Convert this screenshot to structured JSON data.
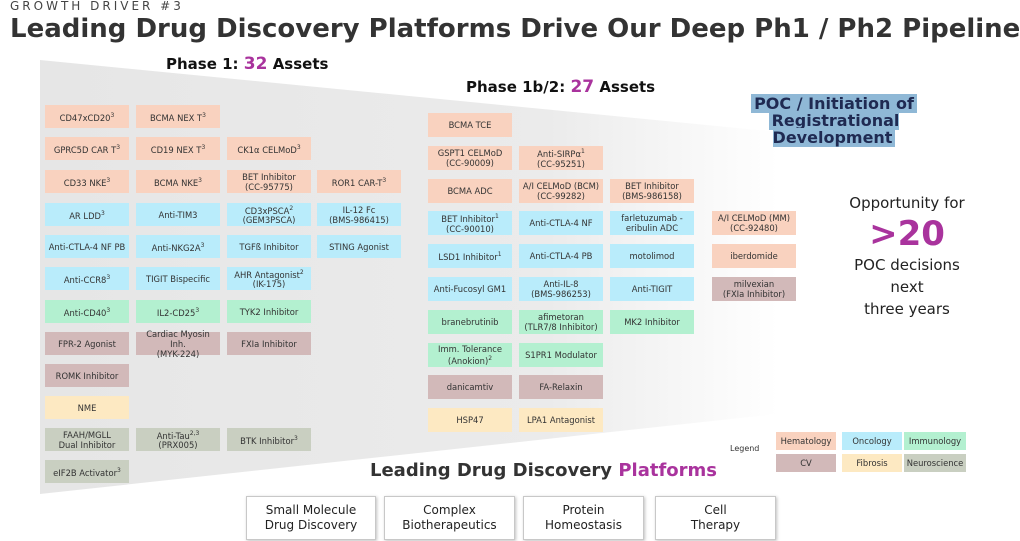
{
  "header": {
    "kicker": "GROWTH DRIVER #3",
    "title": "Leading Drug Discovery Platforms Drive Our Deep Ph1 / Ph2 Pipeline"
  },
  "phase1": {
    "label": "Phase 1:",
    "count": "32",
    "suffix": "Assets"
  },
  "phase2": {
    "label": "Phase 1b/2:",
    "count": "27",
    "suffix": "Assets"
  },
  "poc": {
    "line1": "POC / Initiation of",
    "line2": "Registrational Development"
  },
  "opportunity": {
    "line1": "Opportunity for",
    "big": ">20",
    "line2": "POC decisions",
    "line3": "next",
    "line4": "three years"
  },
  "colors": {
    "accent": "#a9339d",
    "Hematology": "#f9d2bf",
    "Oncology": "#b9ecfb",
    "Immunology": "#b3f0d0",
    "CV": "#d2b9b9",
    "Fibrosis": "#fde9c2",
    "Neuroscience": "#c9cfc1"
  },
  "phase1_assets": [
    {
      "name": "CD47xCD20",
      "sup": "3",
      "cat": "Hematology"
    },
    {
      "name": "BCMA NEX T",
      "sup": "3",
      "cat": "Hematology"
    },
    {
      "name": "GPRC5D CAR T",
      "sup": "3",
      "cat": "Hematology"
    },
    {
      "name": "CD19 NEX T",
      "sup": "3",
      "cat": "Hematology"
    },
    {
      "name": "CK1α CELMoD",
      "sup": "3",
      "cat": "Hematology"
    },
    {
      "name": "CD33 NKE",
      "sup": "3",
      "cat": "Hematology"
    },
    {
      "name": "BCMA NKE",
      "sup": "3",
      "cat": "Hematology"
    },
    {
      "name": "BET Inhibitor",
      "name2": "(CC-95775)",
      "cat": "Hematology"
    },
    {
      "name": "ROR1 CAR-T",
      "sup": "3",
      "cat": "Hematology"
    },
    {
      "name": "AR LDD",
      "sup": "3",
      "cat": "Oncology"
    },
    {
      "name": "Anti-TIM3",
      "cat": "Oncology"
    },
    {
      "name": "CD3xPSCA",
      "sup": "2",
      "name2": "(GEM3PSCA)",
      "cat": "Oncology"
    },
    {
      "name": "IL-12 Fc",
      "name2": "(BMS-986415)",
      "cat": "Oncology"
    },
    {
      "name": "Anti-CTLA-4 NF PB",
      "cat": "Oncology"
    },
    {
      "name": "Anti-NKG2A",
      "sup": "3",
      "cat": "Oncology"
    },
    {
      "name": "TGFß Inhibitor",
      "cat": "Oncology"
    },
    {
      "name": "STING Agonist",
      "cat": "Oncology"
    },
    {
      "name": "Anti-CCR8",
      "sup": "3",
      "cat": "Oncology"
    },
    {
      "name": "TIGIT Bispecific",
      "cat": "Oncology"
    },
    {
      "name": "AHR Antagonist",
      "sup": "2",
      "name2": "(IK-175)",
      "cat": "Oncology"
    },
    {
      "name": "Anti-CD40",
      "sup": "3",
      "cat": "Immunology"
    },
    {
      "name": "IL2-CD25",
      "sup": "3",
      "cat": "Immunology"
    },
    {
      "name": "TYK2 Inhibitor",
      "cat": "Immunology"
    },
    {
      "name": "FPR-2 Agonist",
      "cat": "CV"
    },
    {
      "name": "Cardiac Myosin Inh.",
      "name2": "(MYK-224)",
      "cat": "CV"
    },
    {
      "name": "FXIa Inhibitor",
      "cat": "CV"
    },
    {
      "name": "ROMK Inhibitor",
      "cat": "CV"
    },
    {
      "name": "NME",
      "cat": "Fibrosis"
    },
    {
      "name": "FAAH/MGLL",
      "name2": "Dual Inhibitor",
      "cat": "Neuroscience"
    },
    {
      "name": "Anti-Tau",
      "sup": "2,3",
      "name2": "(PRX005)",
      "cat": "Neuroscience"
    },
    {
      "name": "BTK Inhibitor",
      "sup": "3",
      "cat": "Neuroscience"
    },
    {
      "name": "eIF2B Activator",
      "sup": "3",
      "cat": "Neuroscience"
    }
  ],
  "phase2_assets": [
    {
      "name": "BCMA TCE",
      "cat": "Hematology"
    },
    {
      "name": "GSPT1 CELMoD",
      "name2": "(CC-90009)",
      "cat": "Hematology"
    },
    {
      "name": "Anti-SIRPα",
      "sup": "1",
      "name2": "(CC-95251)",
      "cat": "Hematology"
    },
    {
      "name": "BCMA ADC",
      "cat": "Hematology"
    },
    {
      "name": "A/I CELMoD (BCM)",
      "name2": "(CC-99282)",
      "cat": "Hematology"
    },
    {
      "name": "BET Inhibitor",
      "name2": "(BMS-986158)",
      "cat": "Hematology"
    },
    {
      "name": "BET Inhibitor",
      "sup": "1",
      "name2": "(CC-90010)",
      "cat": "Oncology"
    },
    {
      "name": "Anti-CTLA-4 NF",
      "cat": "Oncology"
    },
    {
      "name": "farletuzumab -",
      "name2": "eribulin ADC",
      "cat": "Oncology"
    },
    {
      "name": "LSD1 Inhibitor",
      "sup": "1",
      "cat": "Oncology"
    },
    {
      "name": "Anti-CTLA-4 PB",
      "cat": "Oncology"
    },
    {
      "name": "motolimod",
      "cat": "Oncology"
    },
    {
      "name": "Anti-Fucosyl GM1",
      "cat": "Oncology"
    },
    {
      "name": "Anti-IL-8",
      "name2": "(BMS-986253)",
      "cat": "Oncology"
    },
    {
      "name": "Anti-TIGIT",
      "cat": "Oncology"
    },
    {
      "name": "branebrutinib",
      "cat": "Immunology"
    },
    {
      "name": "afimetoran",
      "name2": "(TLR7/8 Inhibitor)",
      "cat": "Immunology"
    },
    {
      "name": "MK2 Inhibitor",
      "cat": "Immunology"
    },
    {
      "name": "Imm. Tolerance",
      "name2": "(Anokion)",
      "sup2": "2",
      "cat": "Immunology"
    },
    {
      "name": "S1PR1 Modulator",
      "cat": "Immunology"
    },
    {
      "name": "danicamtiv",
      "cat": "CV"
    },
    {
      "name": "FA-Relaxin",
      "cat": "CV"
    },
    {
      "name": "HSP47",
      "cat": "Fibrosis"
    },
    {
      "name": "LPA1 Antagonist",
      "cat": "Fibrosis"
    }
  ],
  "poc_assets": [
    {
      "name": "A/I CELMoD (MM)",
      "name2": "(CC-92480)",
      "cat": "Hematology"
    },
    {
      "name": "iberdomide",
      "cat": "Hematology"
    },
    {
      "name": "milvexian",
      "name2": "(FXIa Inhibitor)",
      "cat": "CV"
    }
  ],
  "legend": {
    "label": "Legend",
    "items": [
      {
        "name": "Hematology",
        "cat": "Hematology"
      },
      {
        "name": "Oncology",
        "cat": "Oncology"
      },
      {
        "name": "Immunology",
        "cat": "Immunology"
      },
      {
        "name": "CV",
        "cat": "CV"
      },
      {
        "name": "Fibrosis",
        "cat": "Fibrosis"
      },
      {
        "name": "Neuroscience",
        "cat": "Neuroscience"
      }
    ]
  },
  "platforms": {
    "title_prefix": "Leading Drug Discovery",
    "title_accent": "Platforms",
    "items": [
      {
        "line1": "Small Molecule",
        "line2": "Drug Discovery"
      },
      {
        "line1": "Complex",
        "line2": "Biotherapeutics"
      },
      {
        "line1": "Protein",
        "line2": "Homeostasis"
      },
      {
        "line1": "Cell",
        "line2": "Therapy"
      }
    ]
  }
}
